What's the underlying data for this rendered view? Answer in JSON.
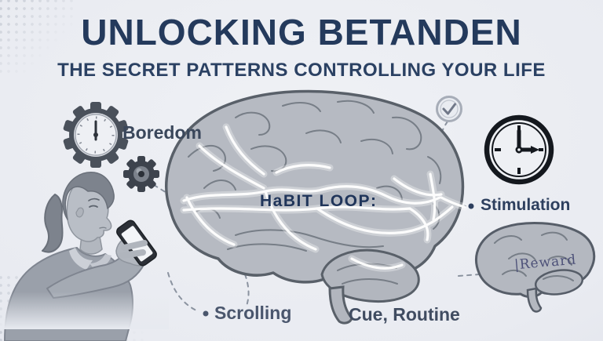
{
  "header": {
    "title": "UNLOCKING BETANDEN",
    "subtitle": "THE SECRET PATTERNS CONTROLLING YOUR LIFE"
  },
  "brain": {
    "center_label": "HaBIT LOOP:"
  },
  "annotations": {
    "boredom": "Boredom",
    "stimulation": "Stimulation",
    "scrolling": "Scrolling",
    "cue_routine": "Cue, Routine",
    "reward": "|Reward"
  },
  "icons": {
    "gear_clock": "gear-with-clock-face",
    "small_gear": "small-gear",
    "checkmark_circle": "checkmark-in-circle",
    "clock": "clock-showing-3-oclock",
    "smartphone": "smartphone-in-hand",
    "large_brain": "brain-with-glowing-neural-pathways",
    "small_brain": "small-brain-side-view",
    "person": "woman-looking-down-at-phone"
  },
  "colors": {
    "background": "#e9ebf1",
    "title_text": "#243a5c",
    "label_text": "#3e4a5f",
    "brain_fill": "#b6bac2",
    "brain_outline": "#596069",
    "neural_glow": "#ffffff",
    "clock_ink": "#14181e",
    "reward_text": "#4c5078"
  }
}
